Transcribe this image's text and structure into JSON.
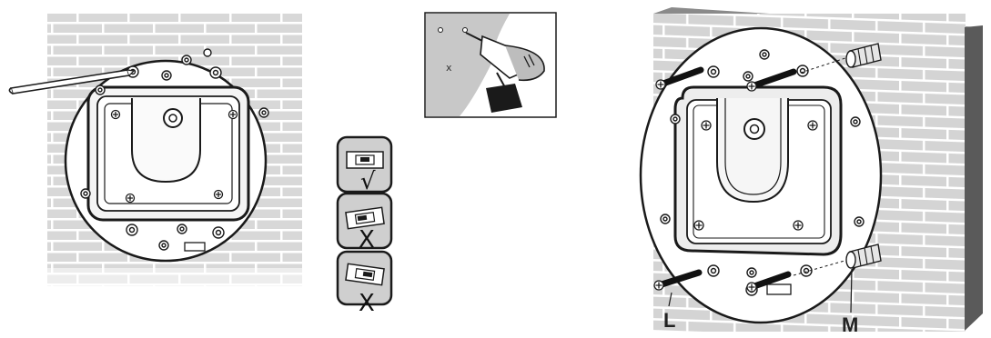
{
  "panel_left": {
    "title": ""
  },
  "level_checks": [
    {
      "mark": "√",
      "state": "level"
    },
    {
      "mark": "X",
      "state": "tilted-right"
    },
    {
      "mark": "X",
      "state": "tilted-left"
    }
  ],
  "drill_inset": {
    "x_mark": "x"
  },
  "panel_right": {
    "label_l": "L",
    "label_m": "M"
  },
  "colors": {
    "brick_fill": "#d9d9d9",
    "brick_line": "#ffffff",
    "plate_fill": "#ffffff",
    "stroke": "#1a1a1a",
    "level_box_fill": "#d0d0d0",
    "wall_side": "#5a5a5a"
  },
  "icons": [
    "screwdriver-icon",
    "drill-icon",
    "spirit-level-icon",
    "wall-plug-icon",
    "screw-icon"
  ]
}
